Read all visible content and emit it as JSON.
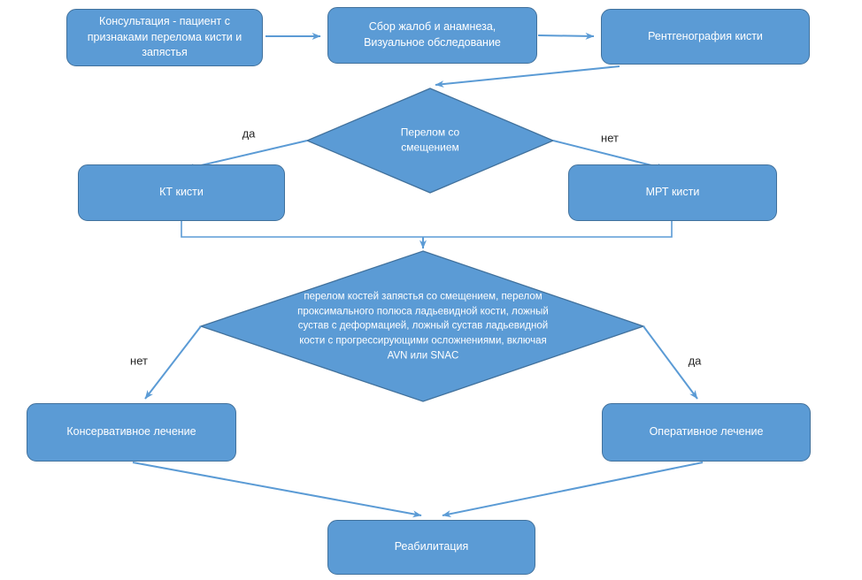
{
  "diagram": {
    "nodes": {
      "consult": {
        "label": "Консультация - пациент с признаками перелома кисти и запястья"
      },
      "anamnesis": {
        "label": "Сбор жалоб и анамнеза, Визуальное обследование"
      },
      "xray": {
        "label": "Рентгенография кисти"
      },
      "decision_displacement": {
        "label": "Перелом со смещением"
      },
      "ct": {
        "label": "КТ кисти"
      },
      "mri": {
        "label": "МРТ кисти"
      },
      "decision_indications": {
        "label": "перелом костей запястья со смещением, перелом проксимального полюса ладьевидной кости, ложный сустав с деформацией, ложный сустав ладьевидной кости с прогрессирующими осложнениями, включая AVN или SNAC"
      },
      "conservative": {
        "label": "Консервативное лечение"
      },
      "surgical": {
        "label": "Оперативное лечение"
      },
      "rehab": {
        "label": "Реабилитация"
      }
    },
    "edge_labels": {
      "decision1_yes": "да",
      "decision1_no": "нет",
      "decision2_no": "нет",
      "decision2_yes": "да"
    }
  },
  "colors": {
    "node_fill": "#5b9bd5",
    "node_border": "#41719c",
    "arrow": "#5b9bd5",
    "node_text": "#ffffff",
    "edge_label_text": "#262626",
    "background": "#ffffff"
  }
}
